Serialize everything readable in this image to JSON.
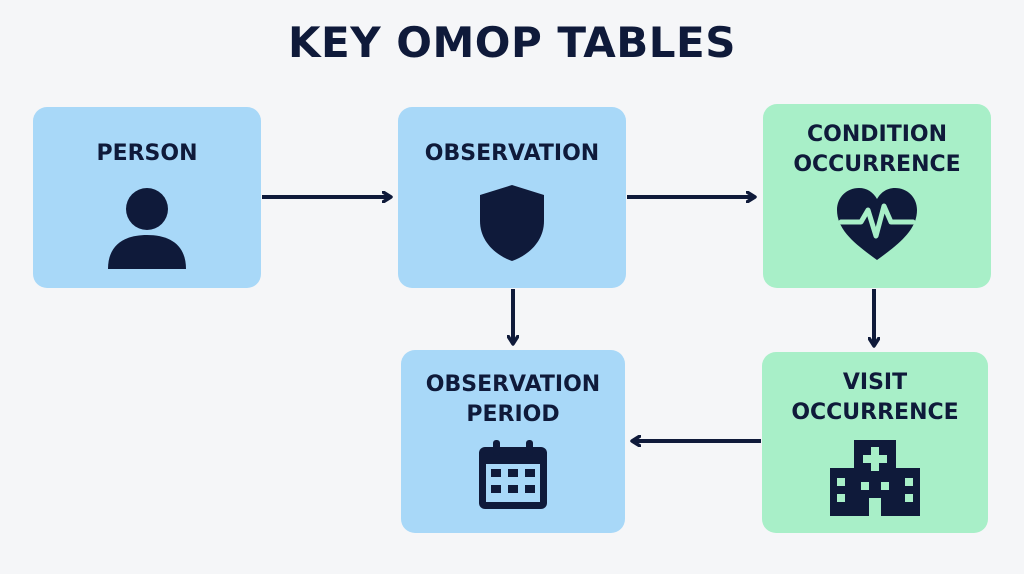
{
  "title": "KEY OMOP TABLES",
  "nodes": {
    "person": {
      "label": "PERSON",
      "icon": "person-icon",
      "color": "#a8d8f8"
    },
    "observation": {
      "label": "OBSERVATION",
      "icon": "shield-icon",
      "color": "#a8d8f8"
    },
    "condition_occurrence": {
      "label": "CONDITION\nOCCURRENCE",
      "icon": "heart-pulse-icon",
      "color": "#a8efc8"
    },
    "observation_period": {
      "label": "OBSERVATION\nPERIOD",
      "icon": "calendar-icon",
      "color": "#a8d8f8"
    },
    "visit_occurrence": {
      "label": "VISIT\nOCCURRENCE",
      "icon": "hospital-icon",
      "color": "#a8efc8"
    }
  },
  "edges": [
    {
      "from": "person",
      "to": "observation"
    },
    {
      "from": "observation",
      "to": "condition_occurrence"
    },
    {
      "from": "observation",
      "to": "observation_period"
    },
    {
      "from": "condition_occurrence",
      "to": "visit_occurrence"
    },
    {
      "from": "visit_occurrence",
      "to": "observation_period"
    }
  ],
  "colors": {
    "ink": "#0f1a3a",
    "blue_box": "#a8d8f8",
    "green_box": "#a8efc8",
    "background": "#f5f6f8"
  }
}
